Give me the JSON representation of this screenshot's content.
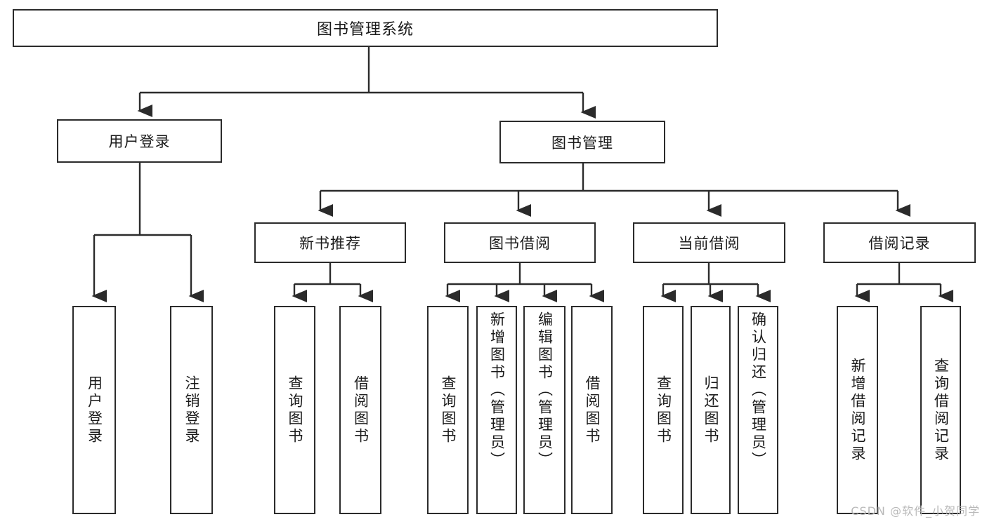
{
  "diagram": {
    "title": "图书管理系统",
    "type": "tree",
    "watermark": "CSDN @软件_小贺同学",
    "stroke_color": "#2b2b2b",
    "fill_color": "#ffffff",
    "text_color": "#1a1a1a",
    "watermark_color": "#b9b9b9"
  },
  "root": {
    "label": "图书管理系统"
  },
  "level2": [
    {
      "label": "用户登录"
    },
    {
      "label": "图书管理"
    }
  ],
  "level3": [
    {
      "label": "新书推荐"
    },
    {
      "label": "图书借阅"
    },
    {
      "label": "当前借阅"
    },
    {
      "label": "借阅记录"
    }
  ],
  "leaves": {
    "user_login": [
      {
        "label": "用户登录"
      },
      {
        "label": "注销登录"
      }
    ],
    "new_book": [
      {
        "label": "查询图书"
      },
      {
        "label": "借阅图书"
      }
    ],
    "borrow": [
      {
        "label": "查询图书"
      },
      {
        "label": "新增图书（管理员）"
      },
      {
        "label": "编辑图书（管理员）"
      },
      {
        "label": "借阅图书"
      }
    ],
    "current": [
      {
        "label": "查询图书"
      },
      {
        "label": "归还图书"
      },
      {
        "label": "确认归还（管理员）"
      }
    ],
    "records": [
      {
        "label": "新增借阅记录"
      },
      {
        "label": "查询借阅记录"
      }
    ]
  }
}
